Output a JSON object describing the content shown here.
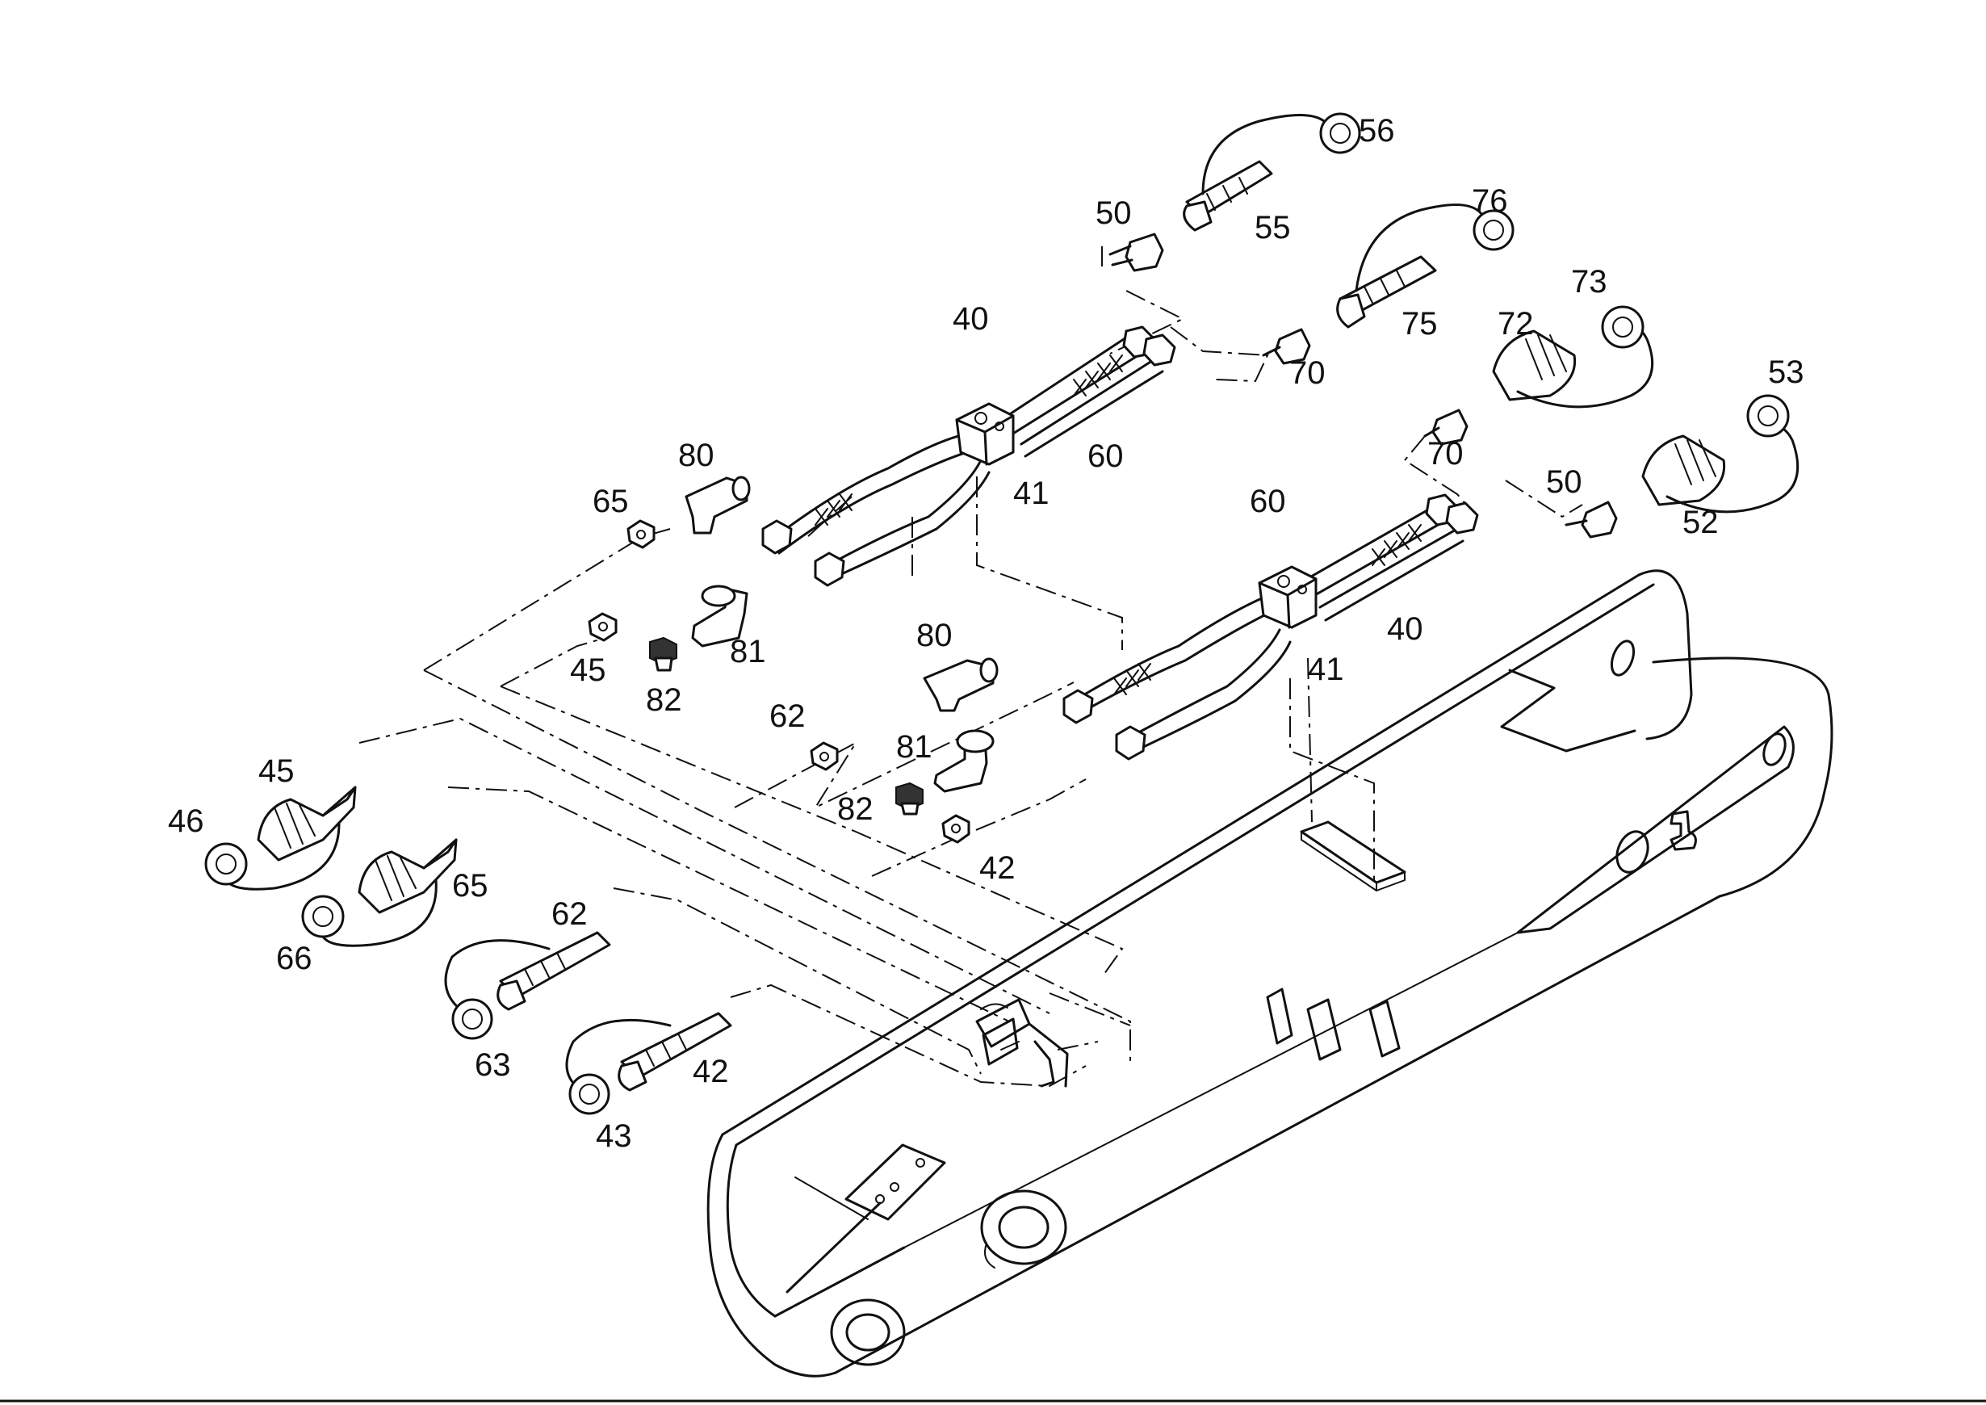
{
  "callouts": [
    {
      "id": "c56",
      "text": "56"
    },
    {
      "id": "c50a",
      "text": "50"
    },
    {
      "id": "c55",
      "text": "55"
    },
    {
      "id": "c76",
      "text": "76"
    },
    {
      "id": "c40a",
      "text": "40"
    },
    {
      "id": "c73",
      "text": "73"
    },
    {
      "id": "c75",
      "text": "75"
    },
    {
      "id": "c72",
      "text": "72"
    },
    {
      "id": "c70a",
      "text": "70"
    },
    {
      "id": "c53",
      "text": "53"
    },
    {
      "id": "c80a",
      "text": "80"
    },
    {
      "id": "c60a",
      "text": "60"
    },
    {
      "id": "c70b",
      "text": "70"
    },
    {
      "id": "c41a",
      "text": "41"
    },
    {
      "id": "c65a",
      "text": "65"
    },
    {
      "id": "c50b",
      "text": "50"
    },
    {
      "id": "c60b",
      "text": "60"
    },
    {
      "id": "c52",
      "text": "52"
    },
    {
      "id": "c45a",
      "text": "45"
    },
    {
      "id": "c81a",
      "text": "81"
    },
    {
      "id": "c40b",
      "text": "40"
    },
    {
      "id": "c80b",
      "text": "80"
    },
    {
      "id": "c82a",
      "text": "82"
    },
    {
      "id": "c41b",
      "text": "41"
    },
    {
      "id": "c62a",
      "text": "62"
    },
    {
      "id": "c81b",
      "text": "81"
    },
    {
      "id": "c45b",
      "text": "45"
    },
    {
      "id": "c82b",
      "text": "82"
    },
    {
      "id": "c46",
      "text": "46"
    },
    {
      "id": "c42a",
      "text": "42"
    },
    {
      "id": "c65b",
      "text": "65"
    },
    {
      "id": "c62b",
      "text": "62"
    },
    {
      "id": "c66",
      "text": "66"
    },
    {
      "id": "c63",
      "text": "63"
    },
    {
      "id": "c42b",
      "text": "42"
    },
    {
      "id": "c43",
      "text": "43"
    }
  ]
}
